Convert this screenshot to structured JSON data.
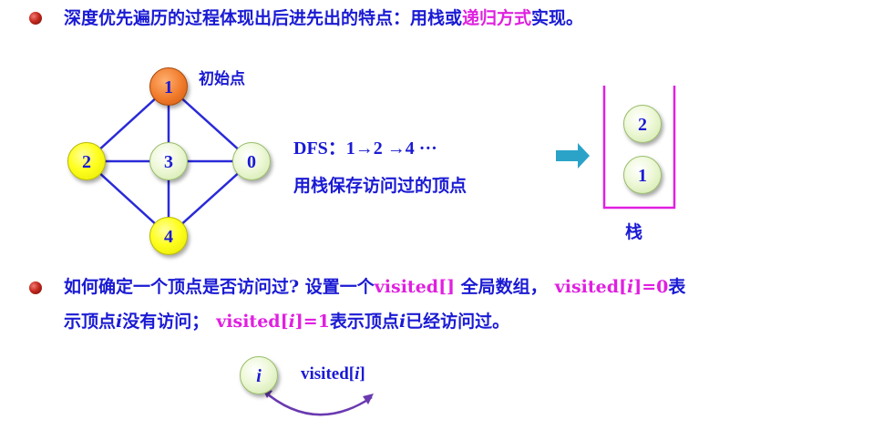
{
  "line1": {
    "pre": "深度优先遍历的过程体现出后进先出的特点：用栈或",
    "highlight": "递归方式",
    "post": "实现。"
  },
  "graph": {
    "nodes": {
      "n1": "1",
      "n2": "2",
      "n3": "3",
      "n0": "0",
      "n4": "4"
    },
    "start_label": "初始点"
  },
  "dfs": {
    "sequence": "DFS：1→2 →4 ···",
    "caption": "用栈保存访问过的顶点"
  },
  "stack": {
    "items": [
      "2",
      "1"
    ],
    "label": "栈"
  },
  "line2": {
    "pre": "如何确定一个顶点是否访问过? 设置一个",
    "a1": "visited[]",
    "mid": " 全局数组，",
    "a2": "visited[",
    "a2i": "i",
    "a2post": "]=0",
    "post": "表"
  },
  "line3": {
    "pre": "示顶点",
    "i1": "i",
    "mid1": "没有访问；",
    "b1": "visited[",
    "b1i": "i",
    "b1post": "]=1",
    "mid2": "表示顶点",
    "i2": "i",
    "post": "已经访问过。"
  },
  "mapping": {
    "node_label": "i",
    "array_pre": "visited[",
    "array_i": "i",
    "array_post": "]"
  },
  "colors": {
    "text_blue": "#1a1ad4",
    "magenta": "#e020e0",
    "edge_blue": "#2a2ad8",
    "arrow_teal": "#2ba3c9",
    "curve_purple": "#6a3ab0"
  }
}
